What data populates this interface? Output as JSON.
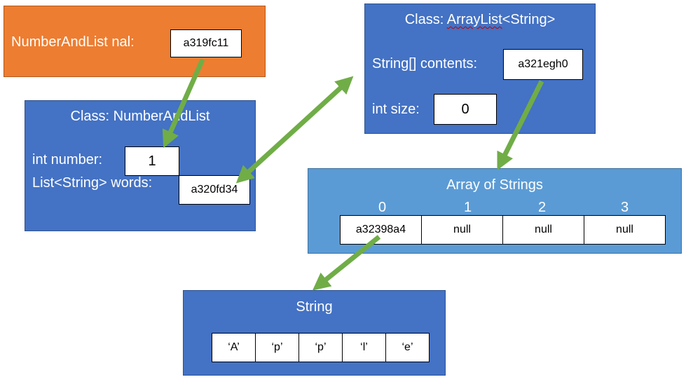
{
  "nal_box": {
    "label": "NumberAndList nal:",
    "address": "a319fc11"
  },
  "numberandlist_box": {
    "title": "Class: NumberAndList",
    "number_label": "int number:",
    "number_value": "1",
    "words_label": "List<String> words:",
    "words_value": "a320fd34"
  },
  "arraylist_box": {
    "title_prefix": "Class: ",
    "title_class": "ArrayList",
    "title_suffix": "<String>",
    "contents_label": "String[] contents:",
    "contents_value": "a321egh0",
    "size_label": "int size:",
    "size_value": "0"
  },
  "array_box": {
    "title": "Array of Strings",
    "indices": [
      "0",
      "1",
      "2",
      "3"
    ],
    "values": [
      "a32398a4",
      "null",
      "null",
      "null"
    ]
  },
  "string_box": {
    "title": "String",
    "chars": [
      "‘A’",
      "‘p’",
      "‘p’",
      "‘l’",
      "‘e’"
    ]
  },
  "colors": {
    "object_box": "#4472c4",
    "array_box": "#5b9bd5",
    "variable_box": "#ed7d31",
    "arrow": "#70ad47"
  }
}
